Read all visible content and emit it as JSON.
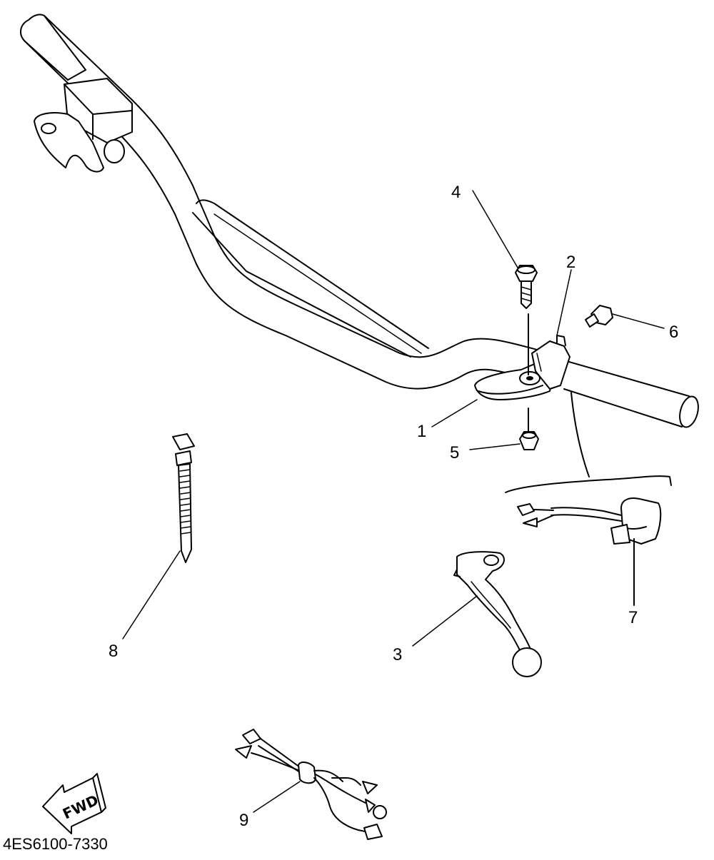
{
  "diagram": {
    "part_labels": [
      "1",
      "2",
      "3",
      "4",
      "5",
      "6",
      "7",
      "8",
      "9"
    ],
    "fwd_label": "FWD",
    "drawing_code": "4ES6100-7330"
  }
}
